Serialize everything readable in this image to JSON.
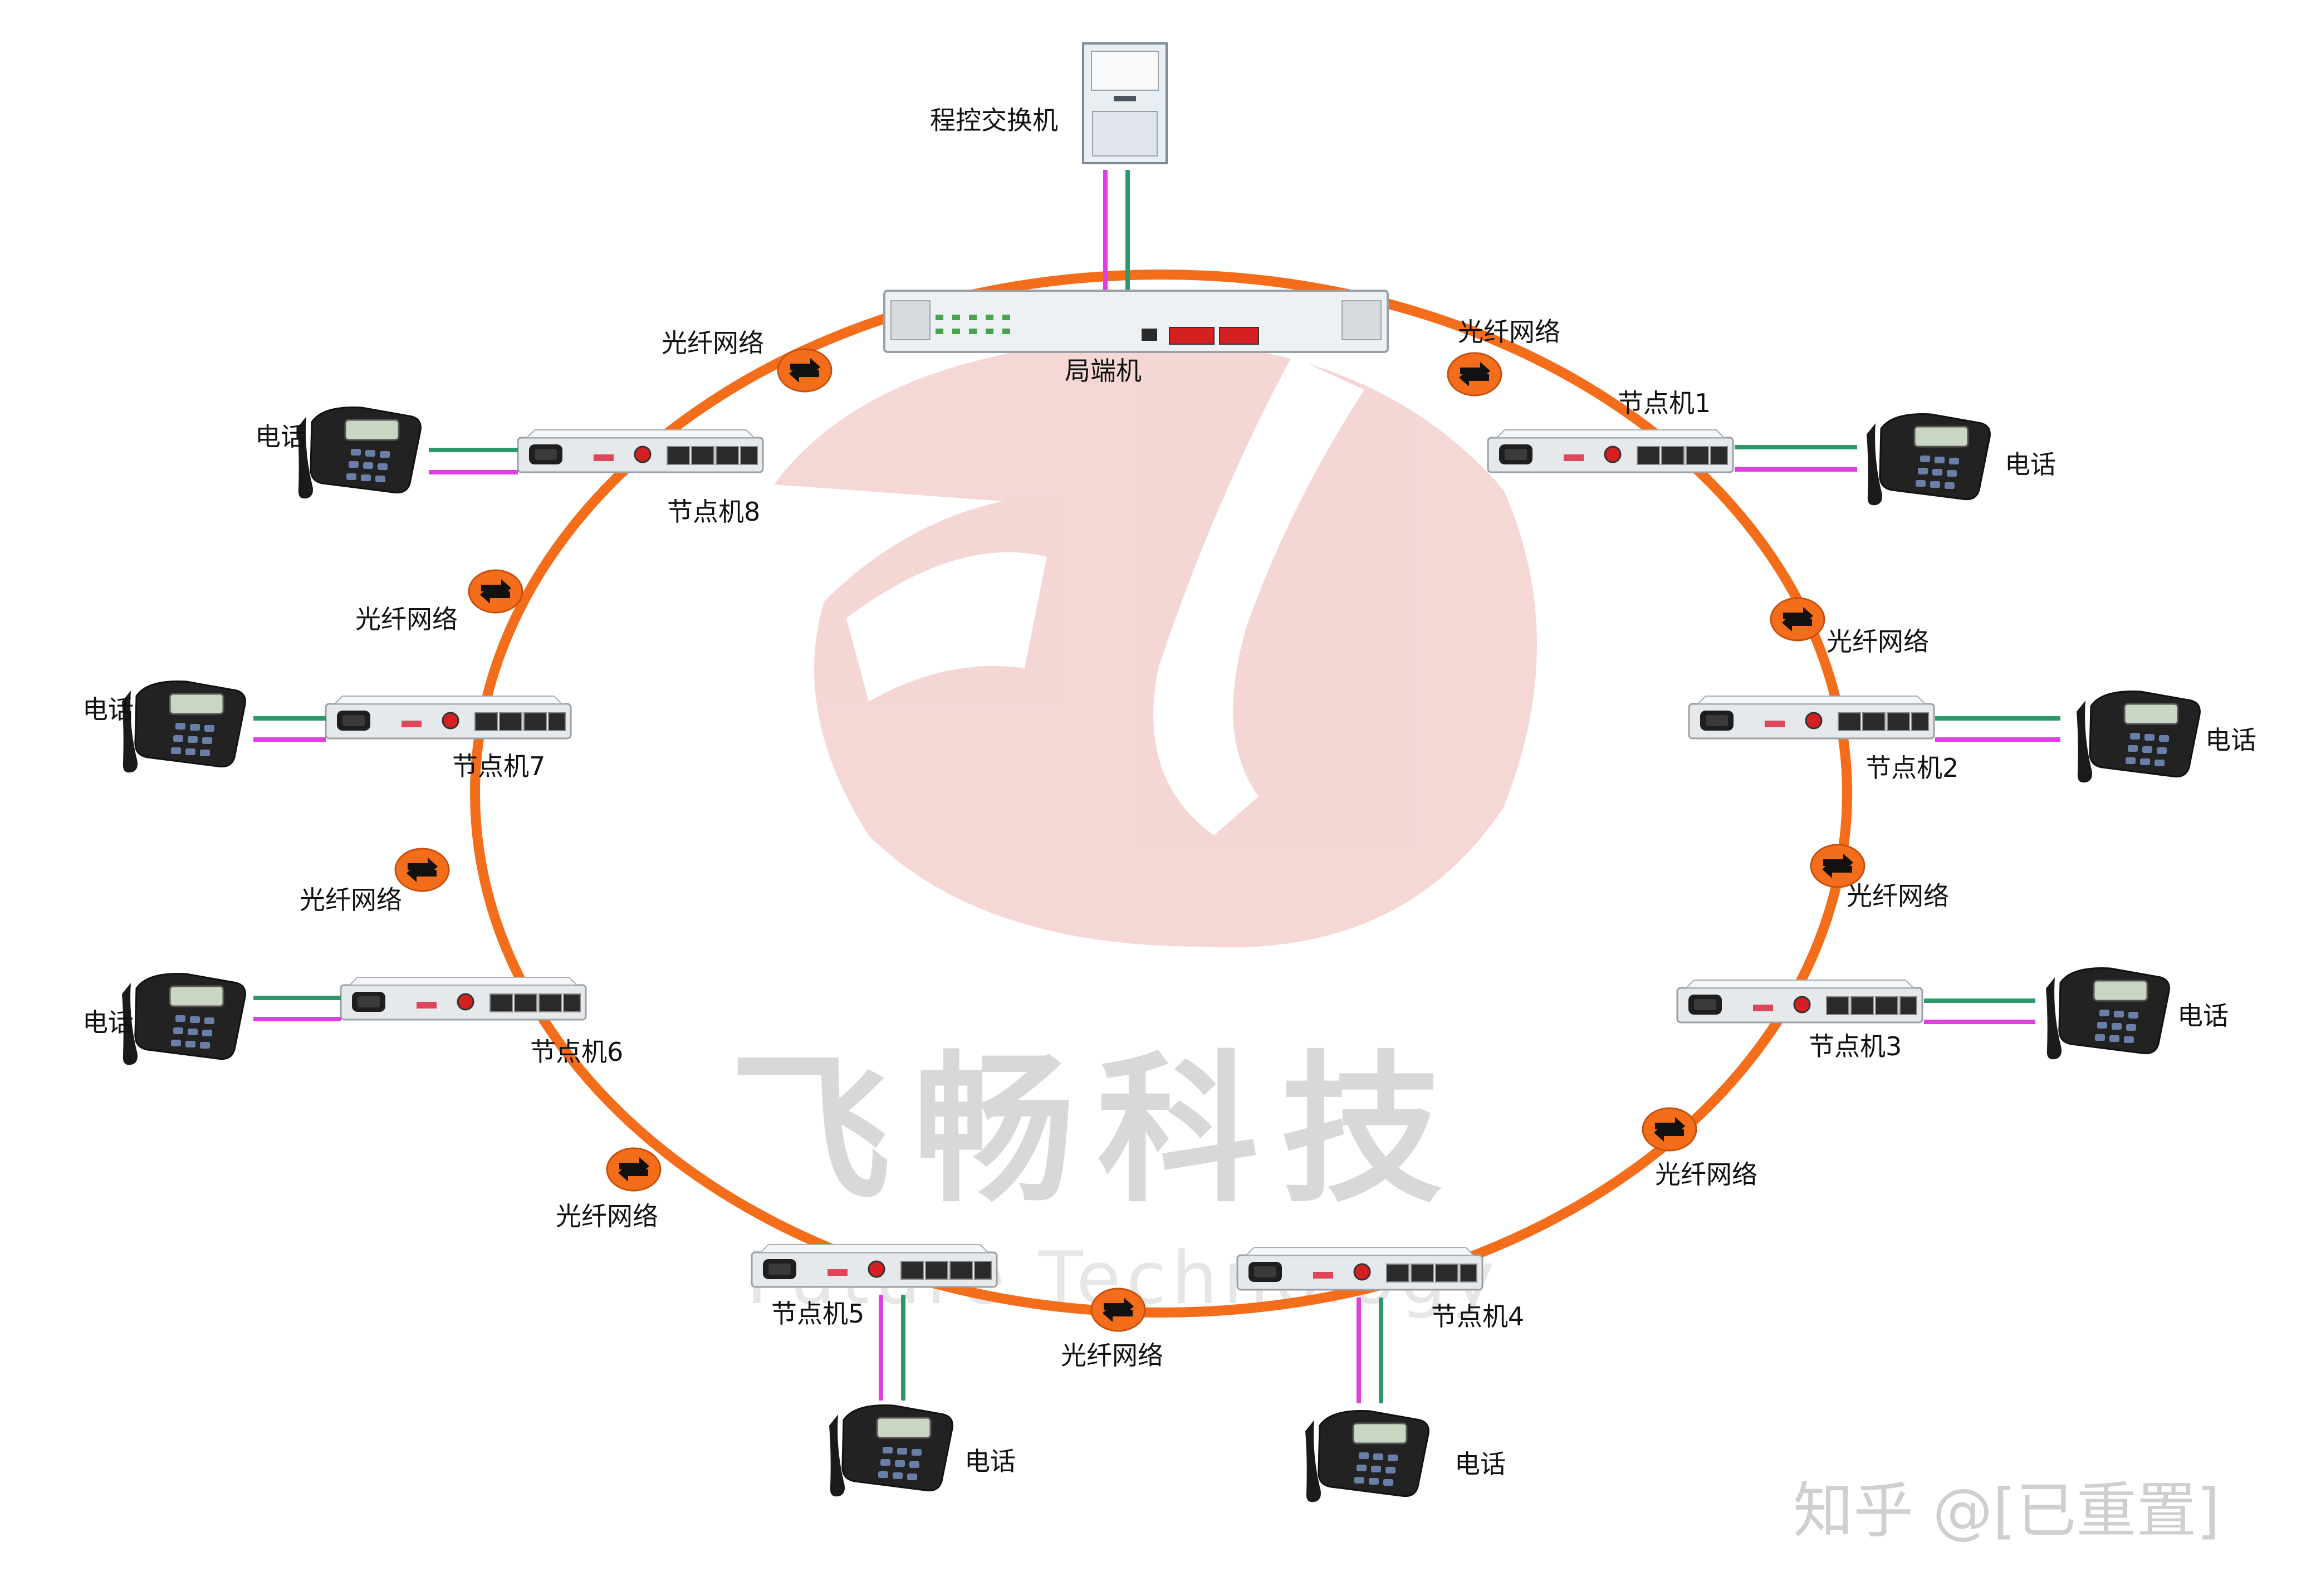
{
  "watermark": {
    "chinese": "飞畅科技",
    "english": "Future Technology",
    "zhihu": "知乎 @[已重置]"
  },
  "exchange_label": "程控交换机",
  "central_label": "局端机",
  "colors": {
    "ring": "#f36d1a",
    "green_line": "#2a9a6a",
    "magenta_line": "#e03fe0",
    "logo": "#c8231d"
  },
  "ring_nodes": [
    {
      "label": "节点机1",
      "phone_label": "电话"
    },
    {
      "label": "节点机2",
      "phone_label": "电话"
    },
    {
      "label": "节点机3",
      "phone_label": "电话"
    },
    {
      "label": "节点机4",
      "phone_label": "电话"
    },
    {
      "label": "节点机5",
      "phone_label": "电话"
    },
    {
      "label": "节点机6",
      "phone_label": "电话"
    },
    {
      "label": "节点机7",
      "phone_label": "电话"
    },
    {
      "label": "节点机8",
      "phone_label": "电话"
    }
  ],
  "fiber_links": [
    {
      "label": "光纤网络"
    },
    {
      "label": "光纤网络"
    },
    {
      "label": "光纤网络"
    },
    {
      "label": "光纤网络"
    },
    {
      "label": "光纤网络"
    },
    {
      "label": "光纤网络"
    },
    {
      "label": "光纤网络"
    },
    {
      "label": "光纤网络"
    },
    {
      "label": "光纤网络"
    }
  ]
}
